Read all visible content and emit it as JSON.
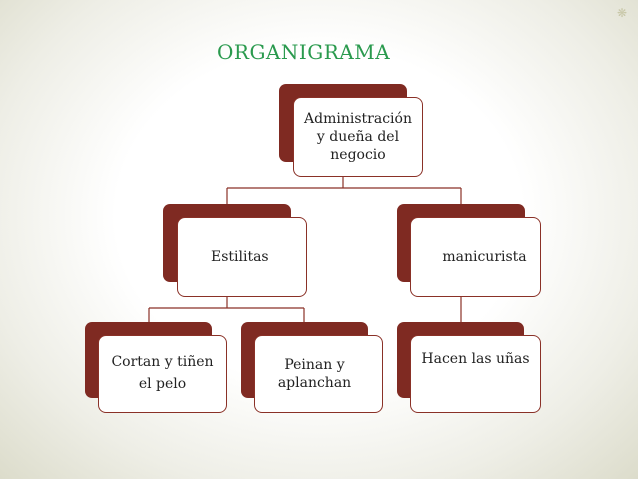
{
  "title": "ORGANIGRAMA",
  "colors": {
    "title": "#2a9a4e",
    "box_back": "#7f2a22",
    "box_border": "#8a3127",
    "connector": "#8a3127"
  },
  "nodes": {
    "root": "Administración y dueña del negocio",
    "estilitas": "Estilitas",
    "manicurista": "manicurista",
    "cortan": "Cortan y tiñen el pelo",
    "peinan": "Peinan y aplanchan",
    "unas": "Hacen las uñas"
  }
}
